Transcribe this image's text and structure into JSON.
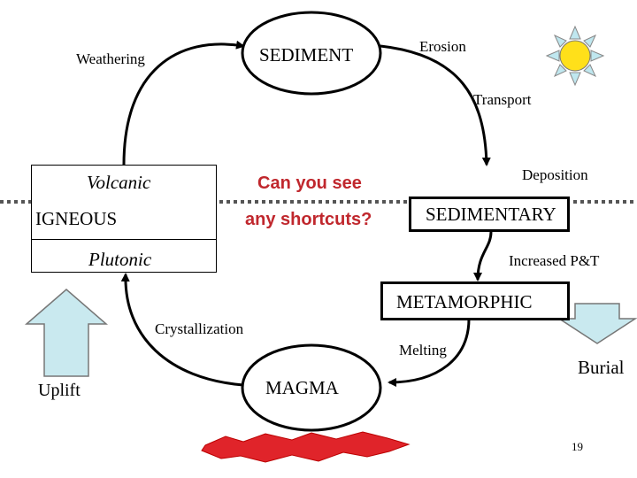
{
  "title": "",
  "nodes": {
    "sediment": "SEDIMENT",
    "sedimentary": "SEDIMENTARY",
    "metamorphic": "METAMORPHIC",
    "magma": "MAGMA",
    "igneous": {
      "volcanic": "Volcanic",
      "igneous": "IGNEOUS",
      "plutonic": "Plutonic"
    }
  },
  "processes": {
    "weathering": "Weathering",
    "erosion": "Erosion",
    "transport": "Transport",
    "deposition": "Deposition",
    "increased_pt": "Increased P&T",
    "melting": "Melting",
    "crystallization": "Crystallization",
    "uplift": "Uplift",
    "burial": "Burial"
  },
  "question": {
    "line1": "Can you see",
    "line2": "any shortcuts?"
  },
  "page_number": "19",
  "colors": {
    "question_text": "#c0272d",
    "sun_fill": "#ffe01a",
    "sun_ray_fill": "#bfe7ef",
    "arrow_fill": "#c9e9ef",
    "heat_fill": "#e0242a",
    "dotted_line": "#555555"
  },
  "icons": {
    "sun": "sun-icon",
    "uplift_arrow": "up-arrow-icon",
    "burial_arrow": "down-arrow-icon",
    "heat": "heat-burst-icon"
  }
}
